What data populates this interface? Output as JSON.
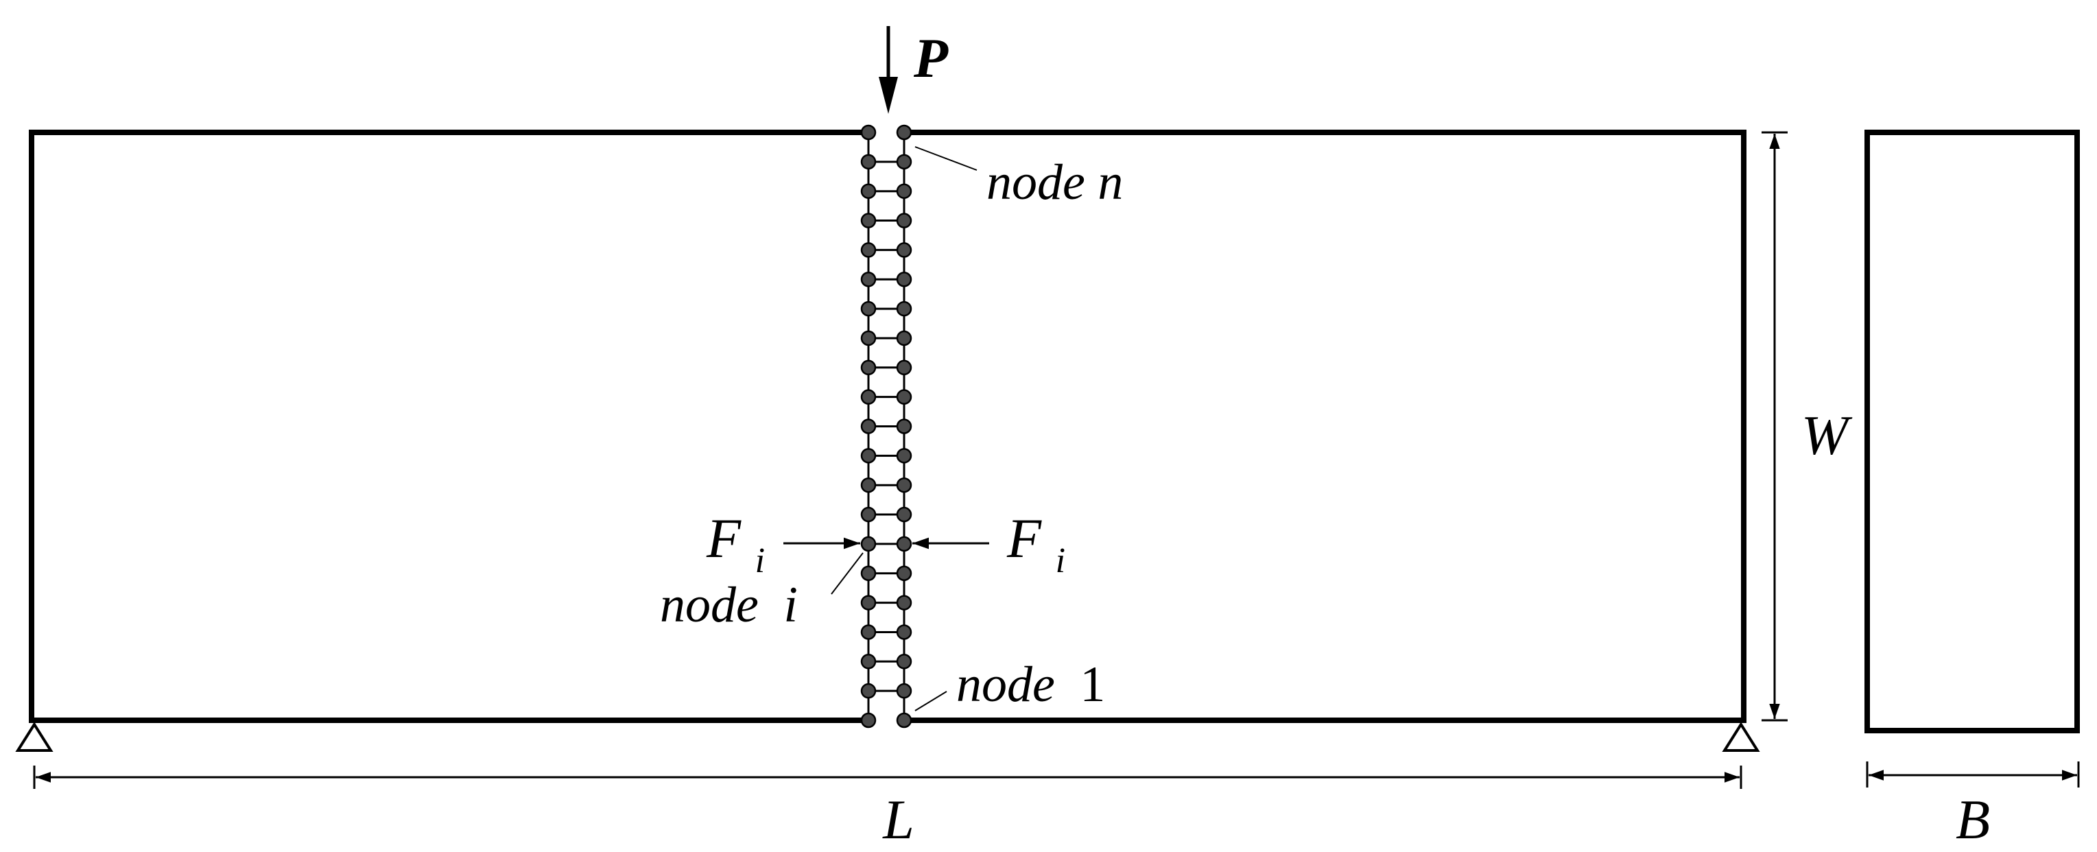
{
  "labels": {
    "load": "P",
    "node_n": "node n",
    "node_i_word": "node",
    "node_i_index": "i",
    "node_1_word": "node",
    "node_1_index": "1",
    "force_letter": "F",
    "force_subscript": "i",
    "length": "L",
    "height": "W",
    "thickness": "B"
  },
  "diagram": {
    "spring_rows": 20,
    "line_color": "#000000",
    "node_fill": "#4a4a4a"
  }
}
